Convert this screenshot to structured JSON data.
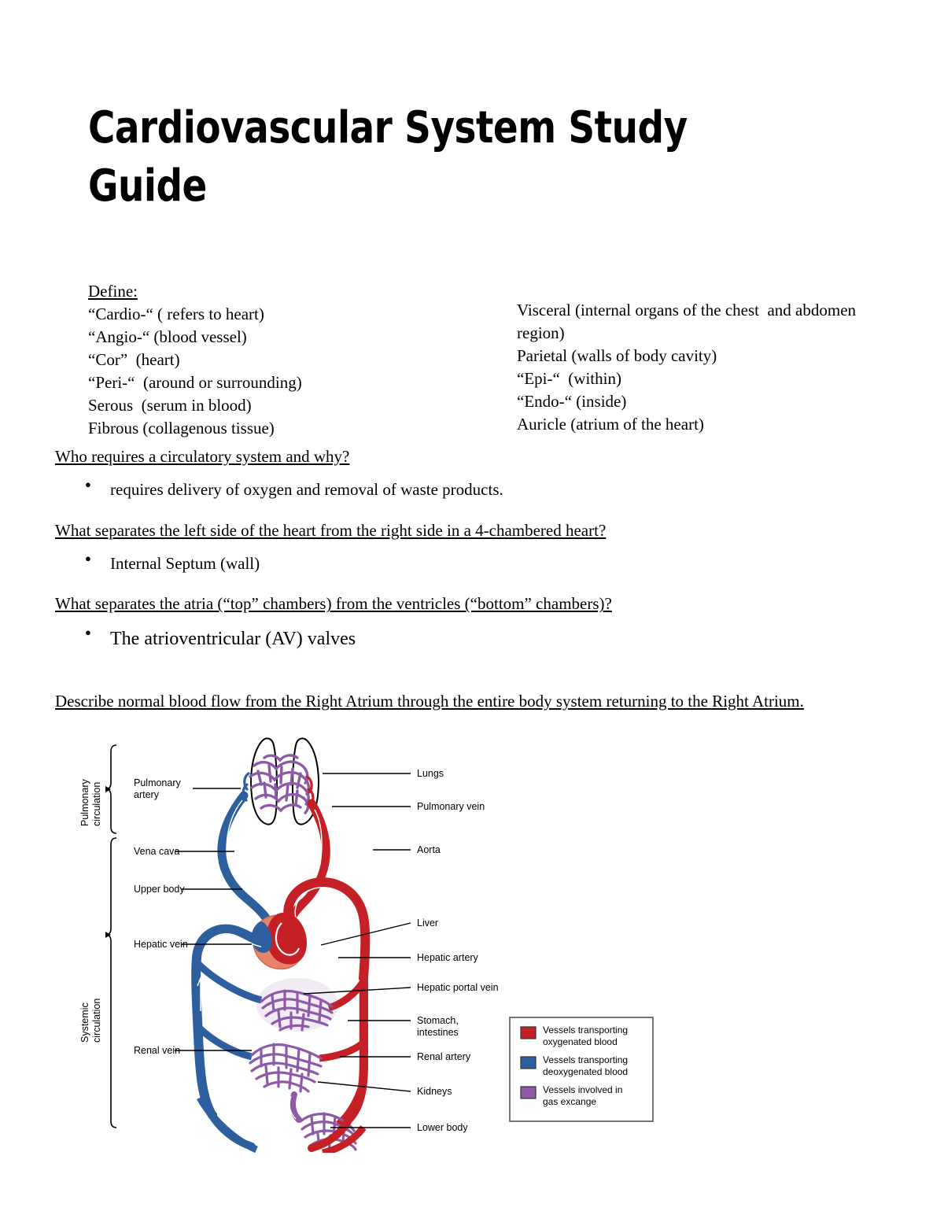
{
  "document": {
    "title": "Cardiovascular System Study Guide"
  },
  "definitions": {
    "heading": "Define:",
    "left_column": [
      "“Cardio-“ ( refers to heart)",
      "“Angio-“ (blood vessel)",
      "“Cor”  (heart)",
      "“Peri-“  (around or surrounding)",
      "Serous  (serum in blood)",
      "Fibrous (collagenous tissue)"
    ],
    "right_column": [
      "Visceral (internal organs of the chest  and abdomen region)",
      "Parietal (walls of body cavity)",
      "“Epi-“  (within)",
      "“Endo-“ (inside)",
      "Auricle (atrium of the heart)"
    ]
  },
  "questions": [
    {
      "prompt": "Who requires a circulatory system and why?",
      "answers": [
        "requires delivery of oxygen and removal of waste products."
      ],
      "emphasis": false
    },
    {
      "prompt": "What separates the left side of the heart from the right side in a 4-chambered heart?",
      "answers": [
        "Internal Septum (wall)"
      ],
      "emphasis": false
    },
    {
      "prompt": "What separates the atria (“top” chambers) from the ventricles (“bottom” chambers)?",
      "answers": [
        "The atrioventricular (AV) valves"
      ],
      "emphasis": true
    }
  ],
  "describe_prompt": "Describe normal blood flow from the Right Atrium through the entire body system returning to the Right Atrium.",
  "diagram": {
    "bracket_labels": [
      "Pulmonary circulation",
      "Systemic circulation"
    ],
    "left_labels": [
      "Pulmonary artery",
      "Vena cava",
      "Upper body",
      "Hepatic vein",
      "Renal vein"
    ],
    "right_labels": [
      "Lungs",
      "Pulmonary vein",
      "Aorta",
      "Liver",
      "Hepatic artery",
      "Hepatic portal vein",
      "Stomach, intestines",
      "Renal artery",
      "Kidneys",
      "Lower body"
    ],
    "legend": [
      {
        "color": "#c42026",
        "text_line1": "Vessels transporting",
        "text_line2": "oxygenated blood"
      },
      {
        "color": "#2d5f9e",
        "text_line1": "Vessels transporting",
        "text_line2": "deoxygenated blood"
      },
      {
        "color": "#8e5aa8",
        "text_line1": "Vessels involved in",
        "text_line2": "gas excange"
      }
    ],
    "colors": {
      "oxygenated": "#c42026",
      "deoxygenated": "#2d5f9e",
      "capillary": "#8e5aa8",
      "heart_fill": "#e8836b",
      "outline": "#000000"
    }
  }
}
